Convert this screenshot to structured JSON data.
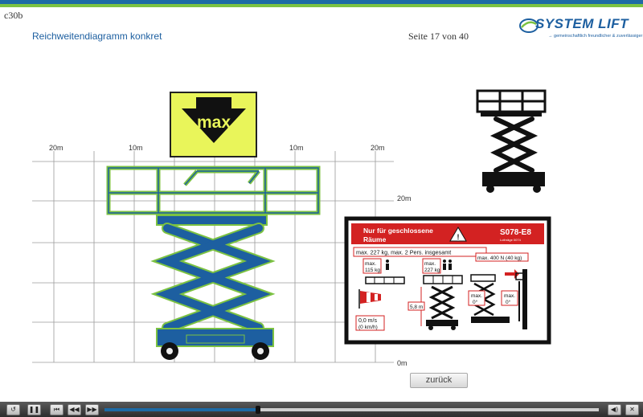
{
  "header": {
    "course_id": "c30b",
    "title": "Reichweitendiagramm konkret",
    "page_counter": "Seite 17 von 40",
    "logo_text": "SYSTEM LIFT",
    "logo_tagline": "→ gemeinschaftlich freundlicher & zuverlässiger"
  },
  "diagram": {
    "top_labels": [
      "20m",
      "10m",
      "10m",
      "20m"
    ],
    "right_labels": [
      "20m",
      "0m"
    ],
    "max_sign": "max"
  },
  "safety_label": {
    "heading_line1": "Nur für geschlossene",
    "heading_line2": "Räume",
    "model": "S078-E8",
    "model_sub": "Lothräge 0074",
    "capacity": "max. 227 kg, max. 2 Pers. insgesamt",
    "load1_a": "max.",
    "load1_b": "115 kg",
    "load2_a": "max.",
    "load2_b": "227 kg",
    "force": "max. 400 N (40 kg)",
    "height": "5,8 m",
    "tilt1_a": "max.",
    "tilt1_b": "0°",
    "tilt2_a": "max.",
    "tilt2_b": "0°",
    "wind_a": "0,0 m/s",
    "wind_b": "(0 km/h)"
  },
  "buttons": {
    "back": "zurück"
  },
  "player": {
    "buttons": [
      "↺",
      "❚❚",
      "⏮",
      "◀◀",
      "▶▶"
    ],
    "volume_icon": "◀)",
    "close_icon": "✕",
    "progress": 0.31
  }
}
